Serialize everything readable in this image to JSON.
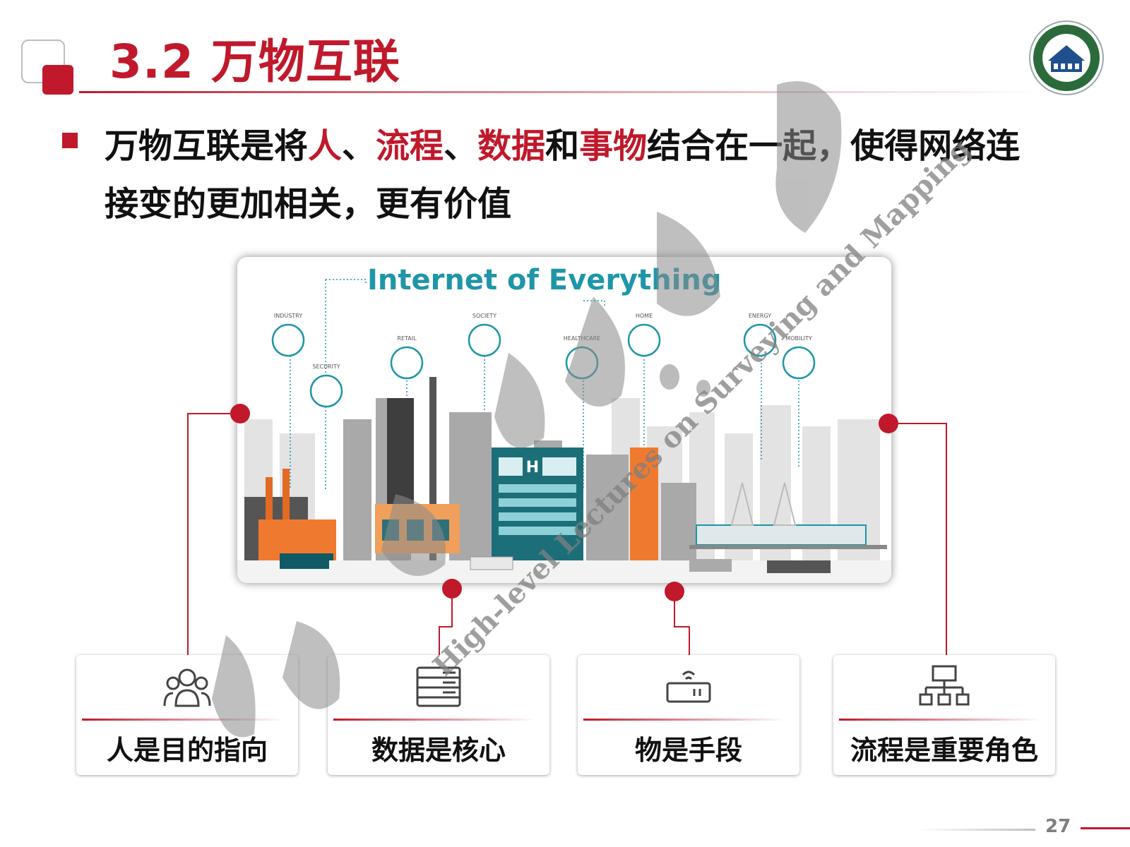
{
  "header": {
    "title": "3.2 万物互联"
  },
  "bullet": {
    "p1": "万物互联是将",
    "h1": "人",
    "p2": "、",
    "h2": "流程",
    "p3": "、",
    "h3": "数据",
    "p4": "和",
    "h4": "事物",
    "p5": "结合在一起，使得网络连接变的更加相关，更有价值"
  },
  "picture": {
    "heading": "Internet of Everything",
    "categories": [
      "INDUSTRY",
      "SECURITY",
      "RETAIL",
      "SOCIETY",
      "HEALTHCARE",
      "HOME",
      "ENERGY",
      "MOBILITY"
    ],
    "hospital_letter": "H"
  },
  "boxes": [
    {
      "label": "人是目的指向",
      "icon": "people-group-icon"
    },
    {
      "label": "数据是核心",
      "icon": "server-rack-icon"
    },
    {
      "label": "物是手段",
      "icon": "router-icon"
    },
    {
      "label": "流程是重要角色",
      "icon": "org-chart-icon"
    }
  ],
  "watermark": {
    "text": "High-level Lectures on Surveying and Mapping"
  },
  "page": {
    "number": "27"
  },
  "colors": {
    "accent": "#c0192b",
    "teal": "#1e96a8"
  }
}
